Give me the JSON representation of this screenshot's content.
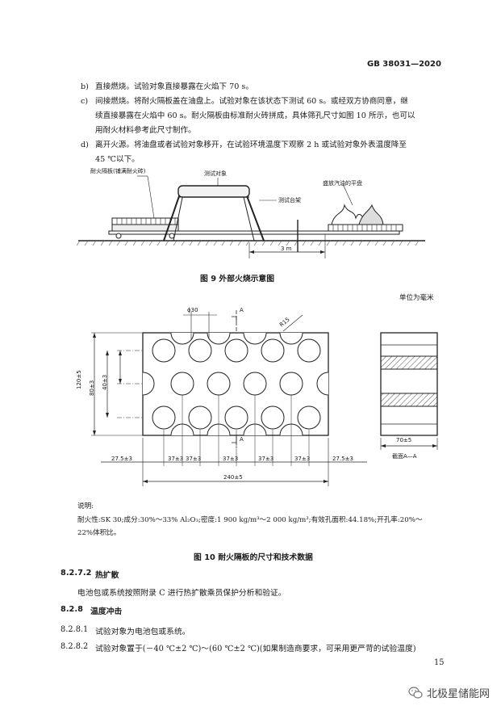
{
  "header": {
    "standard_no": "GB 38031—2020"
  },
  "list_items": [
    {
      "label": "b)",
      "text": "直接燃烧。试验对象直接暴露在火焰下 70 s。"
    },
    {
      "label": "c)",
      "text": "间接燃烧。将耐火隔板盖在油盘上。试验对象在该状态下测试 60 s。或经双方协商同意，继"
    },
    {
      "label": "",
      "text": "续直接暴露在火焰中 60 s。耐火隔板由标准耐火砖拼成，具体筛孔尺寸如图 10 所示，也可以"
    },
    {
      "label": "",
      "text": "用耐火材料参考此尺寸制作。"
    },
    {
      "label": "d)",
      "text": "离开火源。将油盘或者试验对象移开，在试验环境温度下观察 2 h 或试验对象外表温度降至"
    },
    {
      "label": "",
      "text": "45 ℃以下。"
    }
  ],
  "figure9": {
    "label_board": "耐火隔板(铺满耐火砖)",
    "label_object": "测试对象",
    "label_stand": "测试台架",
    "label_pan": "盛放汽油的平盘",
    "label_dist": "3 m",
    "caption": "图 9   外部火烧示意图"
  },
  "figure10": {
    "unit": "单位为毫米",
    "dim_hole": "ϕ30",
    "dim_radius": "R15",
    "label_A": "A",
    "dim_height": "120±5",
    "dim_mid": "80±3",
    "dim_pitch_v": "40±3",
    "dim_bottom": [
      "27.5±3",
      "37±3",
      "37±3",
      "37±3",
      "37±3",
      "37±3",
      "27.5±3"
    ],
    "dim_total": "240±5",
    "dim_section_w": "70±5",
    "section_label": "截面A—A",
    "note_title": "说明:",
    "note_line1": "耐火性:SK 30;成分:30%～33% Al₂O₃;密度:1 900 kg/m³～2 000 kg/m³;有效孔面积:44.18%;开孔率:20%～",
    "note_line2": "22%体积比。",
    "caption": "图 10   耐火隔板的尺寸和技术数据"
  },
  "sections": [
    {
      "num": "8.2.7.2",
      "title": "热扩散",
      "bold": true
    },
    {
      "num": "",
      "title": "电池包或系统按照附录 C 进行热扩散乘员保护分析和验证。",
      "bold": false
    },
    {
      "num": "8.2.8",
      "title": "温度冲击",
      "bold": true
    },
    {
      "num": "8.2.8.1",
      "title": "试验对象为电池包或系统。",
      "bold": false
    },
    {
      "num": "8.2.8.2",
      "title": "试验对象置于(－40 ℃±2 ℃)～(60 ℃±2 ℃)(如果制造商要求，可采用更严苛的试验温度)",
      "bold": false
    }
  ],
  "page_number": "15",
  "watermark": "北极星储能网"
}
